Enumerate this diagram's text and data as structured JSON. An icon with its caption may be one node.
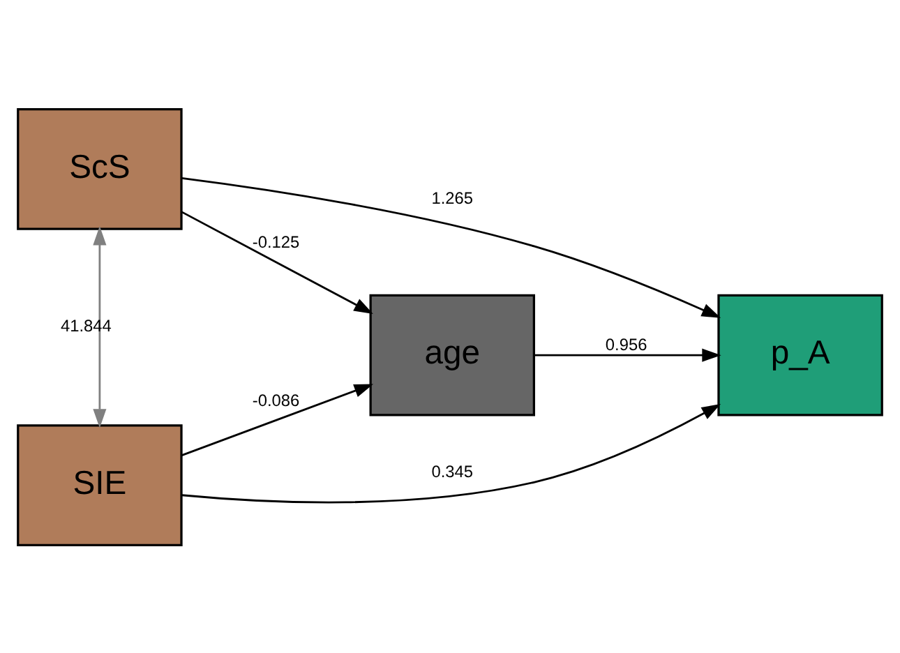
{
  "diagram": {
    "nodes": [
      {
        "text": [
          "age"
        ]
      },
      {
        "text": [
          "ScS"
        ]
      },
      {
        "text": [
          "SIE"
        ]
      },
      {
        "text": [
          "p_A"
        ]
      }
    ],
    "edges": [
      {
        "from": 1,
        "to": 0,
        "arrow": "to",
        "label": "-0.125"
      },
      {
        "from": 2,
        "to": 0,
        "arrow": "to",
        "label": "-0.086"
      },
      {
        "from": 0,
        "to": 3,
        "arrow": "to",
        "label": "0.956"
      },
      {
        "from": 1,
        "to": 3,
        "arrow": "to",
        "label": "1.265"
      },
      {
        "from": 2,
        "to": 3,
        "arrow": "to",
        "label": "0.345"
      },
      {
        "from": 1,
        "to": 2,
        "arrow": "both",
        "label": "41.844",
        "color": "#808080"
      }
    ]
  }
}
